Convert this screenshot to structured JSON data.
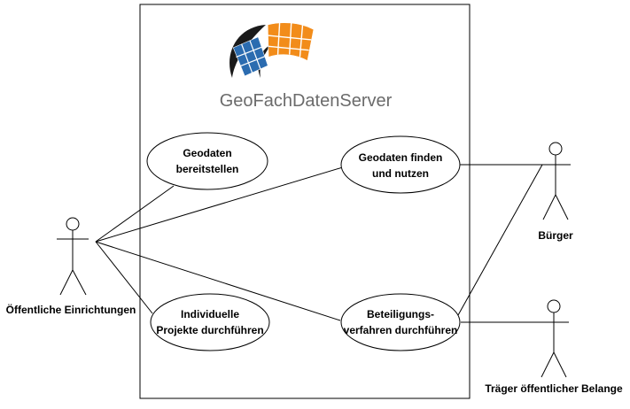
{
  "logo": {
    "text": "GeoFachDatenServer",
    "colors": {
      "globe_blue": "#2b6cb0",
      "grid_orange": "#f28c1a",
      "swoosh_dark": "#1a1a1a",
      "text_gray": "#6b6b6b"
    }
  },
  "use_cases": [
    {
      "id": "bereitstellen",
      "lines": [
        "Geodaten",
        "bereitstellen"
      ]
    },
    {
      "id": "finden",
      "lines": [
        "Geodaten finden",
        "und nutzen"
      ]
    },
    {
      "id": "projekte",
      "lines": [
        "Individuelle",
        "Projekte durchführen"
      ]
    },
    {
      "id": "beteiligung",
      "lines": [
        "Beteiligungs-",
        "verfahren durchführen"
      ]
    }
  ],
  "actors": [
    {
      "id": "oeffentliche",
      "label": "Öffentliche Einrichtungen"
    },
    {
      "id": "buerger",
      "label": "Bürger"
    },
    {
      "id": "traeger",
      "label": "Träger öffentlicher Belange"
    }
  ]
}
